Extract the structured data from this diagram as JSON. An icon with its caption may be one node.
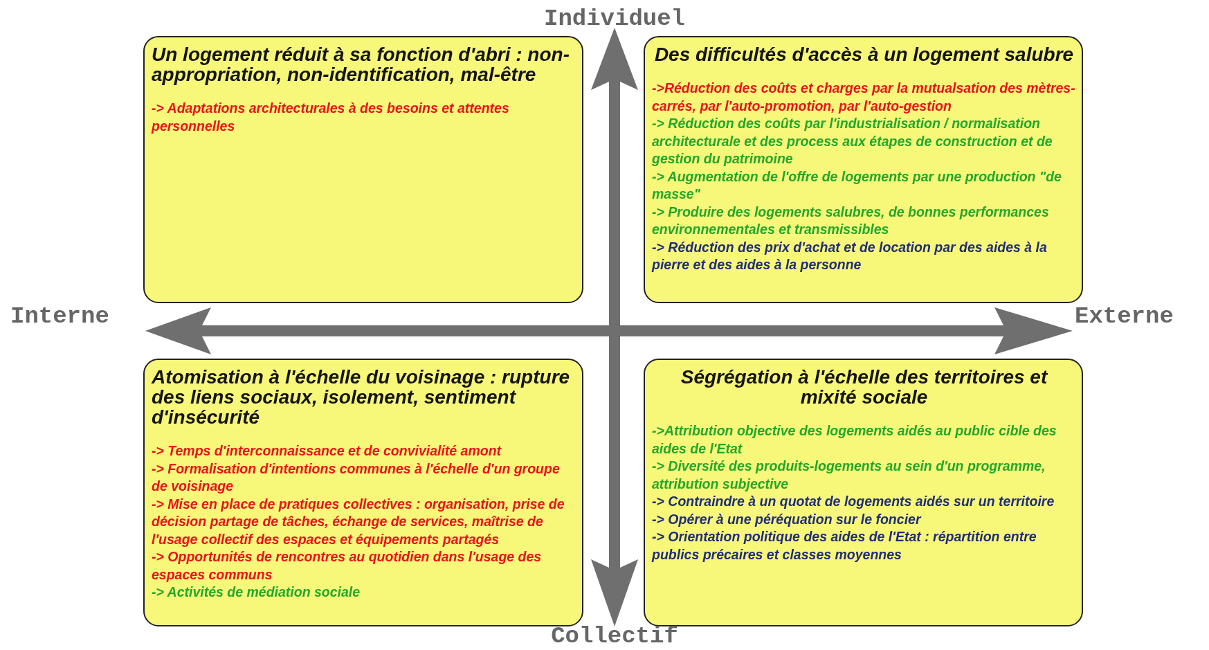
{
  "diagram": {
    "nodes": [
      {
        "text": [
          "Un logement réduit à sa fonction d'abri : non-appropriation, non-identification, mal-être",
          "-> Adaptations architecturales à des besoins et attentes personnelles"
        ]
      },
      {
        "text": [
          "Des difficultés d'accès à un logement salubre",
          "->Réduction des coûts et charges par la mutualsation des mètres-carrés, par l'auto-promotion, par l'auto-gestion",
          "-> Réduction des coûts par l'industrialisation / normalisation architecturale et des process aux étapes de construction et de gestion du patrimoine",
          "-> Augmentation de l'offre de logements par une production \"de masse\"",
          "-> Produire des logements salubres, de bonnes performances environnementales et transmissibles",
          "-> Réduction des prix d'achat et de location par des aides à la pierre et des aides à la personne"
        ]
      },
      {
        "text": [
          "Atomisation à l'échelle du voisinage : rupture des liens sociaux, isolement, sentiment d'insécurité",
          "-> Temps d'interconnaissance et de convivialité amont",
          "-> Formalisation d'intentions communes à l'échelle d'un groupe de voisinage",
          "-> Mise en place de pratiques collectives : organisation, prise de décision partage de tâches, échange de services, maîtrise de l'usage collectif des espaces et équipements partagés",
          "-> Opportunités de rencontres au quotidien dans l'usage des espaces communs",
          "-> Activités de médiation sociale"
        ]
      },
      {
        "text": [
          "Ségrégation à l'échelle des territoires et mixité sociale",
          "->Attribution objective des logements aidés au public cible des aides de l'Etat",
          "-> Diversité des produits-logements au sein d'un programme, attribution subjective",
          "-> Contraindre à un quotat de logements aidés sur un territoire",
          " -> Opérer à une péréquation sur le foncier",
          "-> Orientation politique des aides de l'Etat : répartition entre publics précaires et classes moyennes"
        ]
      }
    ],
    "labels": [
      "Individuel",
      "Interne",
      "Externe",
      "Collectif"
    ]
  }
}
